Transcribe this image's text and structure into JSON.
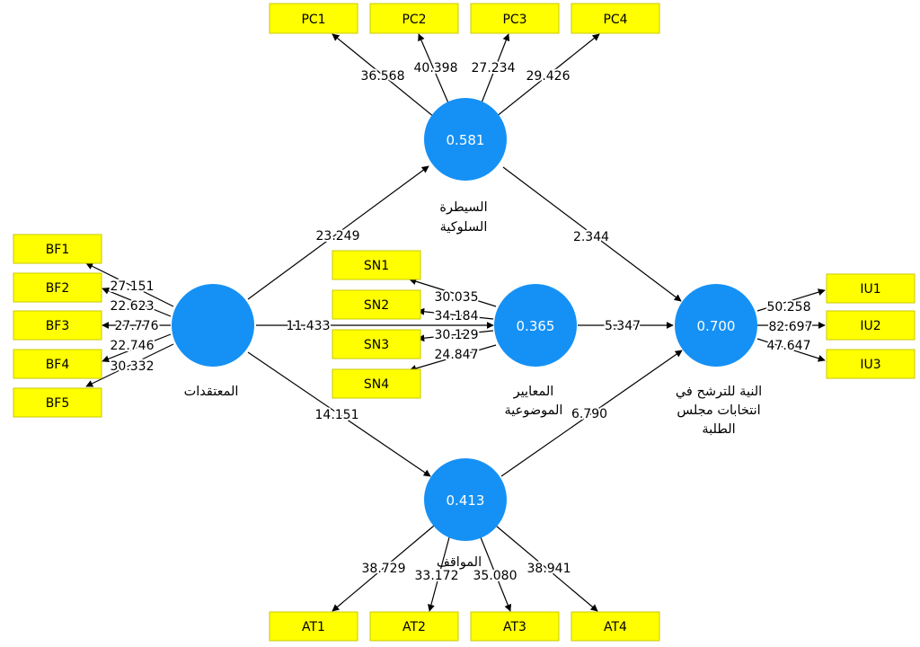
{
  "colors": {
    "indicator_fill": "#ffff00",
    "indicator_border": "#c8c800",
    "construct_fill": "#1591f5",
    "edge": "#000000",
    "construct_value_text": "#ffffff"
  },
  "constructs": {
    "pc": {
      "value": "0.581",
      "caption": [
        "السيطرة",
        "السلوكية"
      ]
    },
    "bf": {
      "value": "",
      "caption": [
        "المعتقدات"
      ]
    },
    "sn": {
      "value": "0.365",
      "caption": [
        "المعايير",
        "الموضوعية"
      ]
    },
    "iu": {
      "value": "0.700",
      "caption": [
        "النية للترشح في",
        "انتخابات مجلس",
        "الطلبة"
      ]
    },
    "at": {
      "value": "0.413",
      "caption": [
        "المواقف"
      ]
    }
  },
  "indicators": {
    "PC1": "PC1",
    "PC2": "PC2",
    "PC3": "PC3",
    "PC4": "PC4",
    "BF1": "BF1",
    "BF2": "BF2",
    "BF3": "BF3",
    "BF4": "BF4",
    "BF5": "BF5",
    "SN1": "SN1",
    "SN2": "SN2",
    "SN3": "SN3",
    "SN4": "SN4",
    "IU1": "IU1",
    "IU2": "IU2",
    "IU3": "IU3",
    "AT1": "AT1",
    "AT2": "AT2",
    "AT3": "AT3",
    "AT4": "AT4"
  },
  "edges": {
    "pc_pc1": "36.568",
    "pc_pc2": "40.398",
    "pc_pc3": "27.234",
    "pc_pc4": "29.426",
    "bf_bf1": "27.151",
    "bf_bf2": "22.623",
    "bf_bf3": "27.776",
    "bf_bf4": "22.746",
    "bf_bf5": "30.332",
    "sn_sn1": "30.035",
    "sn_sn2": "34.184",
    "sn_sn3": "30.129",
    "sn_sn4": "24.847",
    "iu_iu1": "50.258",
    "iu_iu2": "82.697",
    "iu_iu3": "47.647",
    "at_at1": "38.729",
    "at_at2": "33.172",
    "at_at3": "35.080",
    "at_at4": "38.941",
    "bf_pc": "23.249",
    "bf_sn": "11.433",
    "bf_at": "14.151",
    "pc_iu": "2.344",
    "sn_iu": "5.347",
    "at_iu": "6.790"
  }
}
